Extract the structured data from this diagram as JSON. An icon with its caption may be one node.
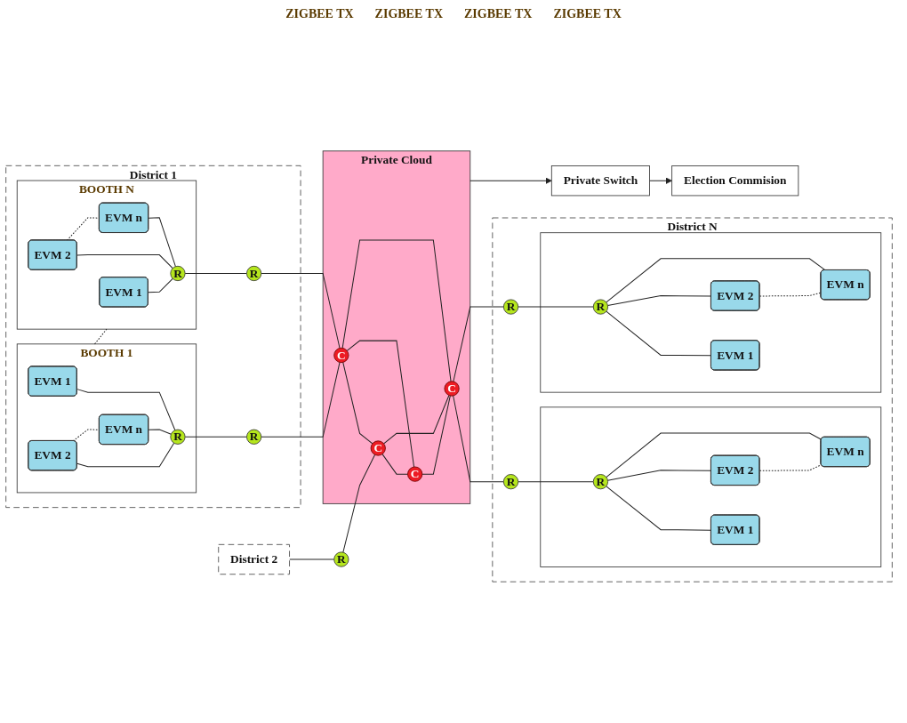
{
  "diagram": {
    "nodes": [
      {
        "text": [
          "District 1"
        ]
      },
      {
        "text": [
          "BOOTH 1"
        ],
        "in": 0
      },
      {
        "text": [
          "EVM 1"
        ],
        "in": 1
      },
      {
        "text": [
          "EVM 2"
        ],
        "in": 1
      },
      {
        "text": [
          "EVM n"
        ],
        "in": 1
      },
      {
        "text": [
          "R"
        ],
        "in": 1
      },
      {
        "text": [
          "R"
        ],
        "in": 0
      },
      {
        "text": [
          "BOOTH N"
        ],
        "in": 0
      },
      {
        "text": [
          "EVM 1"
        ],
        "in": 7
      },
      {
        "text": [
          "EVM 2"
        ],
        "in": 7
      },
      {
        "text": [
          "EVM n"
        ],
        "in": 7
      },
      {
        "text": [
          "R"
        ],
        "in": 7
      },
      {
        "text": [
          "R"
        ],
        "in": 0
      },
      {
        "text": [
          "District 2"
        ]
      },
      {
        "text": [
          "R"
        ]
      },
      {
        "text": [
          "Private Cloud"
        ]
      },
      {
        "text": [
          "C"
        ],
        "in": 15
      },
      {
        "text": [
          "C"
        ],
        "in": 15
      },
      {
        "text": [
          "C"
        ],
        "in": 15
      },
      {
        "text": [
          "C"
        ],
        "in": 15
      },
      {
        "text": [
          "District N"
        ]
      },
      {
        "text": [
          "R"
        ],
        "in": 20
      },
      {
        "text": [],
        "shape": "box",
        "in": 20
      },
      {
        "text": [
          "R"
        ],
        "in": 22
      },
      {
        "text": [
          "EVM 1"
        ],
        "in": 22
      },
      {
        "text": [
          "EVM 2"
        ],
        "in": 22
      },
      {
        "text": [
          "EVM n"
        ],
        "in": 22
      },
      {
        "text": [
          "R"
        ],
        "in": 20
      },
      {
        "text": [],
        "shape": "box",
        "in": 20
      },
      {
        "text": [
          "R"
        ],
        "in": 28
      },
      {
        "text": [
          "EVM 1"
        ],
        "in": 28
      },
      {
        "text": [
          "EVM 2"
        ],
        "in": 28
      },
      {
        "text": [
          "EVM n"
        ],
        "in": 28
      },
      {
        "text": [
          "Private Switch"
        ]
      },
      {
        "text": [
          "Election Commision"
        ]
      }
    ],
    "edges": [
      {
        "from": 2,
        "to": 5,
        "arrow": "none"
      },
      {
        "from": 3,
        "to": 5,
        "arrow": "none"
      },
      {
        "from": 4,
        "to": 5,
        "arrow": "none"
      },
      {
        "from": 3,
        "to": 4,
        "arrow": "none",
        "style": "dashed"
      },
      {
        "from": 5,
        "to": 6,
        "arrow": "none"
      },
      {
        "from": 6,
        "to": 16,
        "arrow": "none"
      },
      {
        "from": 8,
        "to": 11,
        "arrow": "none"
      },
      {
        "from": 9,
        "to": 11,
        "arrow": "none"
      },
      {
        "from": 10,
        "to": 11,
        "arrow": "none"
      },
      {
        "from": 9,
        "to": 10,
        "arrow": "none",
        "style": "dashed"
      },
      {
        "from": 11,
        "to": 12,
        "arrow": "none"
      },
      {
        "from": 12,
        "to": 16,
        "arrow": "none"
      },
      {
        "from": 1,
        "to": 7,
        "arrow": "none",
        "style": "dashed"
      },
      {
        "from": 13,
        "to": 14,
        "arrow": "none"
      },
      {
        "from": 14,
        "to": 17,
        "arrow": "none"
      },
      {
        "from": 16,
        "to": 17,
        "arrow": "none"
      },
      {
        "from": 16,
        "to": 18,
        "arrow": "none"
      },
      {
        "from": 16,
        "to": 19,
        "arrow": "none"
      },
      {
        "from": 17,
        "to": 18,
        "arrow": "none"
      },
      {
        "from": 17,
        "to": 19,
        "arrow": "none"
      },
      {
        "from": 18,
        "to": 19,
        "arrow": "none"
      },
      {
        "from": 19,
        "to": 21,
        "arrow": "none"
      },
      {
        "from": 21,
        "to": 23,
        "arrow": "none"
      },
      {
        "from": 23,
        "to": 24,
        "arrow": "none"
      },
      {
        "from": 23,
        "to": 25,
        "arrow": "none"
      },
      {
        "from": 23,
        "to": 26,
        "arrow": "none"
      },
      {
        "from": 25,
        "to": 26,
        "arrow": "none",
        "style": "dashed"
      },
      {
        "from": 19,
        "to": 27,
        "arrow": "none"
      },
      {
        "from": 27,
        "to": 29,
        "arrow": "none"
      },
      {
        "from": 29,
        "to": 30,
        "arrow": "none"
      },
      {
        "from": 29,
        "to": 31,
        "arrow": "none"
      },
      {
        "from": 29,
        "to": 32,
        "arrow": "none"
      },
      {
        "from": 31,
        "to": 32,
        "arrow": "none",
        "style": "dashed"
      },
      {
        "from": 15,
        "to": 33,
        "arrow": "to"
      },
      {
        "from": 33,
        "to": 34,
        "arrow": "to"
      }
    ],
    "labels": [
      "ZIGBEE TX",
      "ZIGBEE TX",
      "ZIGBEE TX",
      "ZIGBEE TX"
    ]
  }
}
